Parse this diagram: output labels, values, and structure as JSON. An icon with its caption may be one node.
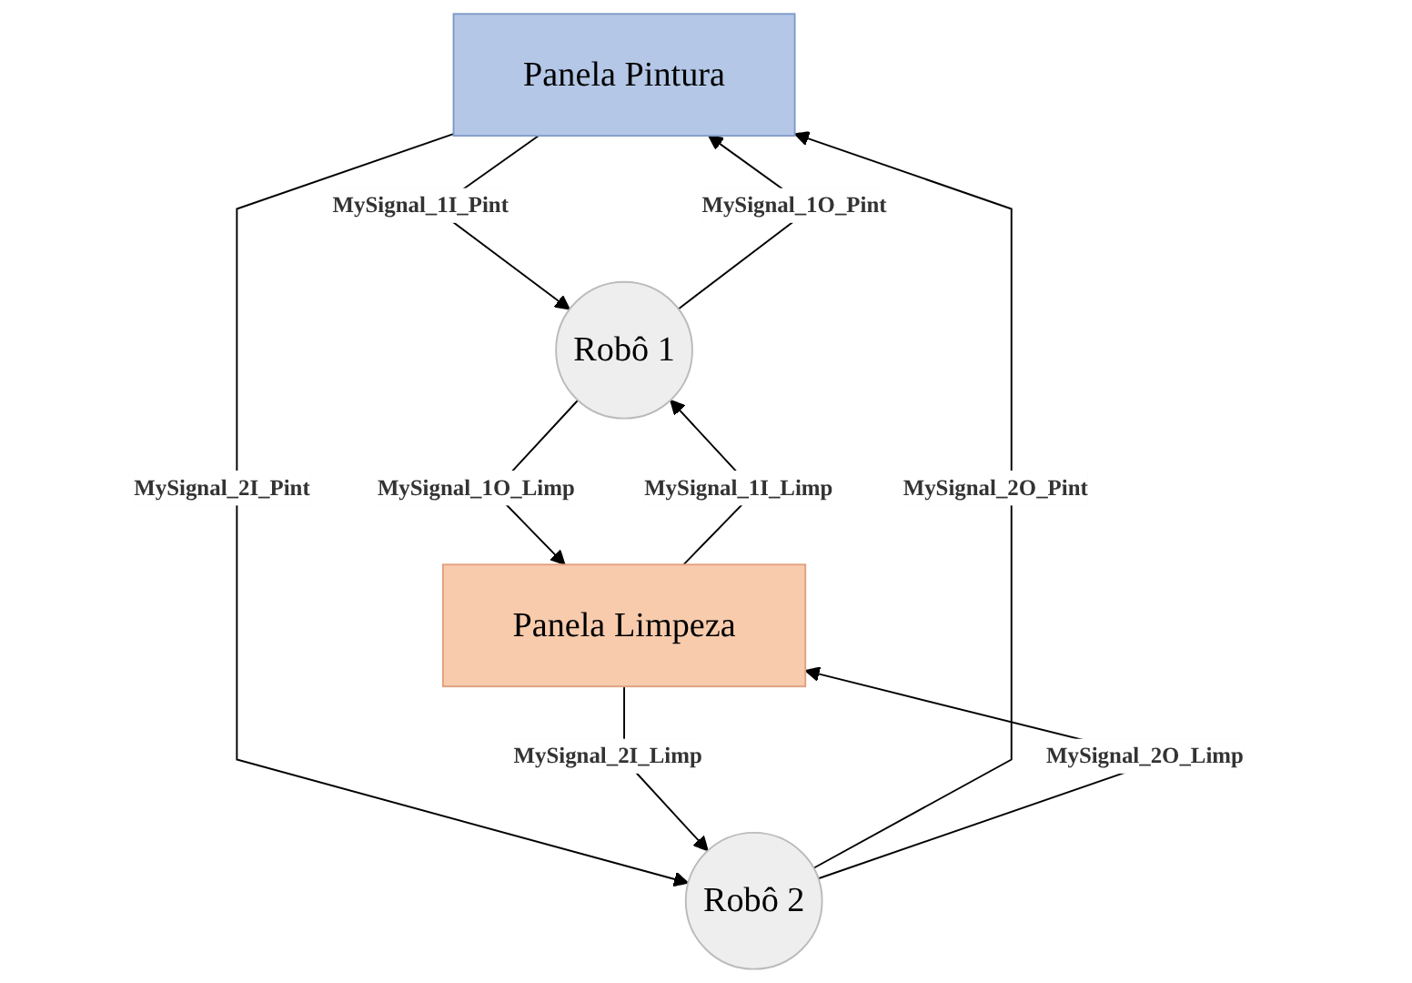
{
  "diagram": {
    "nodes": [
      {
        "text": [
          "Panela Pintura"
        ]
      },
      {
        "text": [
          "Robô 1"
        ]
      },
      {
        "text": [
          "Robô 2"
        ]
      },
      {
        "text": [
          "Panela Limpeza"
        ]
      }
    ],
    "edges": [
      {
        "from": 1,
        "to": 0,
        "arrow": "to",
        "label": "MySignal_1O_Pint"
      },
      {
        "from": 0,
        "to": 1,
        "arrow": "to",
        "label": "MySignal_1I_Pint"
      },
      {
        "from": 0,
        "to": 2,
        "arrow": "to",
        "label": "MySignal_2I_Pint"
      },
      {
        "from": 2,
        "to": 0,
        "arrow": "to",
        "label": "MySignal_2O_Pint"
      },
      {
        "from": 1,
        "to": 3,
        "arrow": "to",
        "label": "MySignal_1O_Limp"
      },
      {
        "from": 3,
        "to": 1,
        "arrow": "to",
        "label": "MySignal_1I_Limp"
      },
      {
        "from": 3,
        "to": 2,
        "arrow": "to",
        "label": "MySignal_2I_Limp"
      },
      {
        "from": 2,
        "to": 3,
        "arrow": "to",
        "label": "MySignal_2O_Limp"
      }
    ]
  }
}
